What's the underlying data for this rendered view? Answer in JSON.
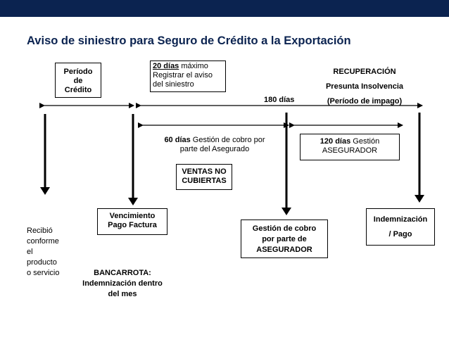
{
  "title": "Aviso de siniestro para Seguro de Crédito a la Exportación",
  "periodo": {
    "line1": "Período",
    "line2": "de",
    "line3": "Crédito"
  },
  "aviso": {
    "days": "20 días",
    "rest": " máximo",
    "line2": "Registrar el aviso",
    "line3": "del siniestro"
  },
  "recuperacion": {
    "heading": "RECUPERACIÓN",
    "line2": "Presunta Insolvencia",
    "line3": "(Período de impago)"
  },
  "dias180": "180 días",
  "gestion60": {
    "days": "60 días",
    "rest": " Gestión de cobro por",
    "line2": "parte del Asegurado"
  },
  "gestion120": {
    "days": "120 días",
    "rest": " Gestión",
    "line2": "ASEGURADOR"
  },
  "ventas": {
    "line1": "VENTAS NO",
    "line2": "CUBIERTAS"
  },
  "vencimiento": {
    "line1": "Vencimiento",
    "line2": "Pago Factura"
  },
  "gestion_cobro": {
    "line1": "Gestión de cobro",
    "line2": "por parte de",
    "line3": "ASEGURADOR"
  },
  "indemnizacion": {
    "line1": "Indemnización",
    "line2": "/ Pago"
  },
  "recibio": [
    "Recibió",
    "conforme",
    "el",
    "producto",
    "o servicio"
  ],
  "bancarrota": {
    "line1": "BANCARROTA:",
    "line2": "Indemnización dentro",
    "line3": "del mes"
  },
  "colors": {
    "topbar": "#0b2350",
    "title": "#0b2350",
    "lines": "#000000"
  }
}
